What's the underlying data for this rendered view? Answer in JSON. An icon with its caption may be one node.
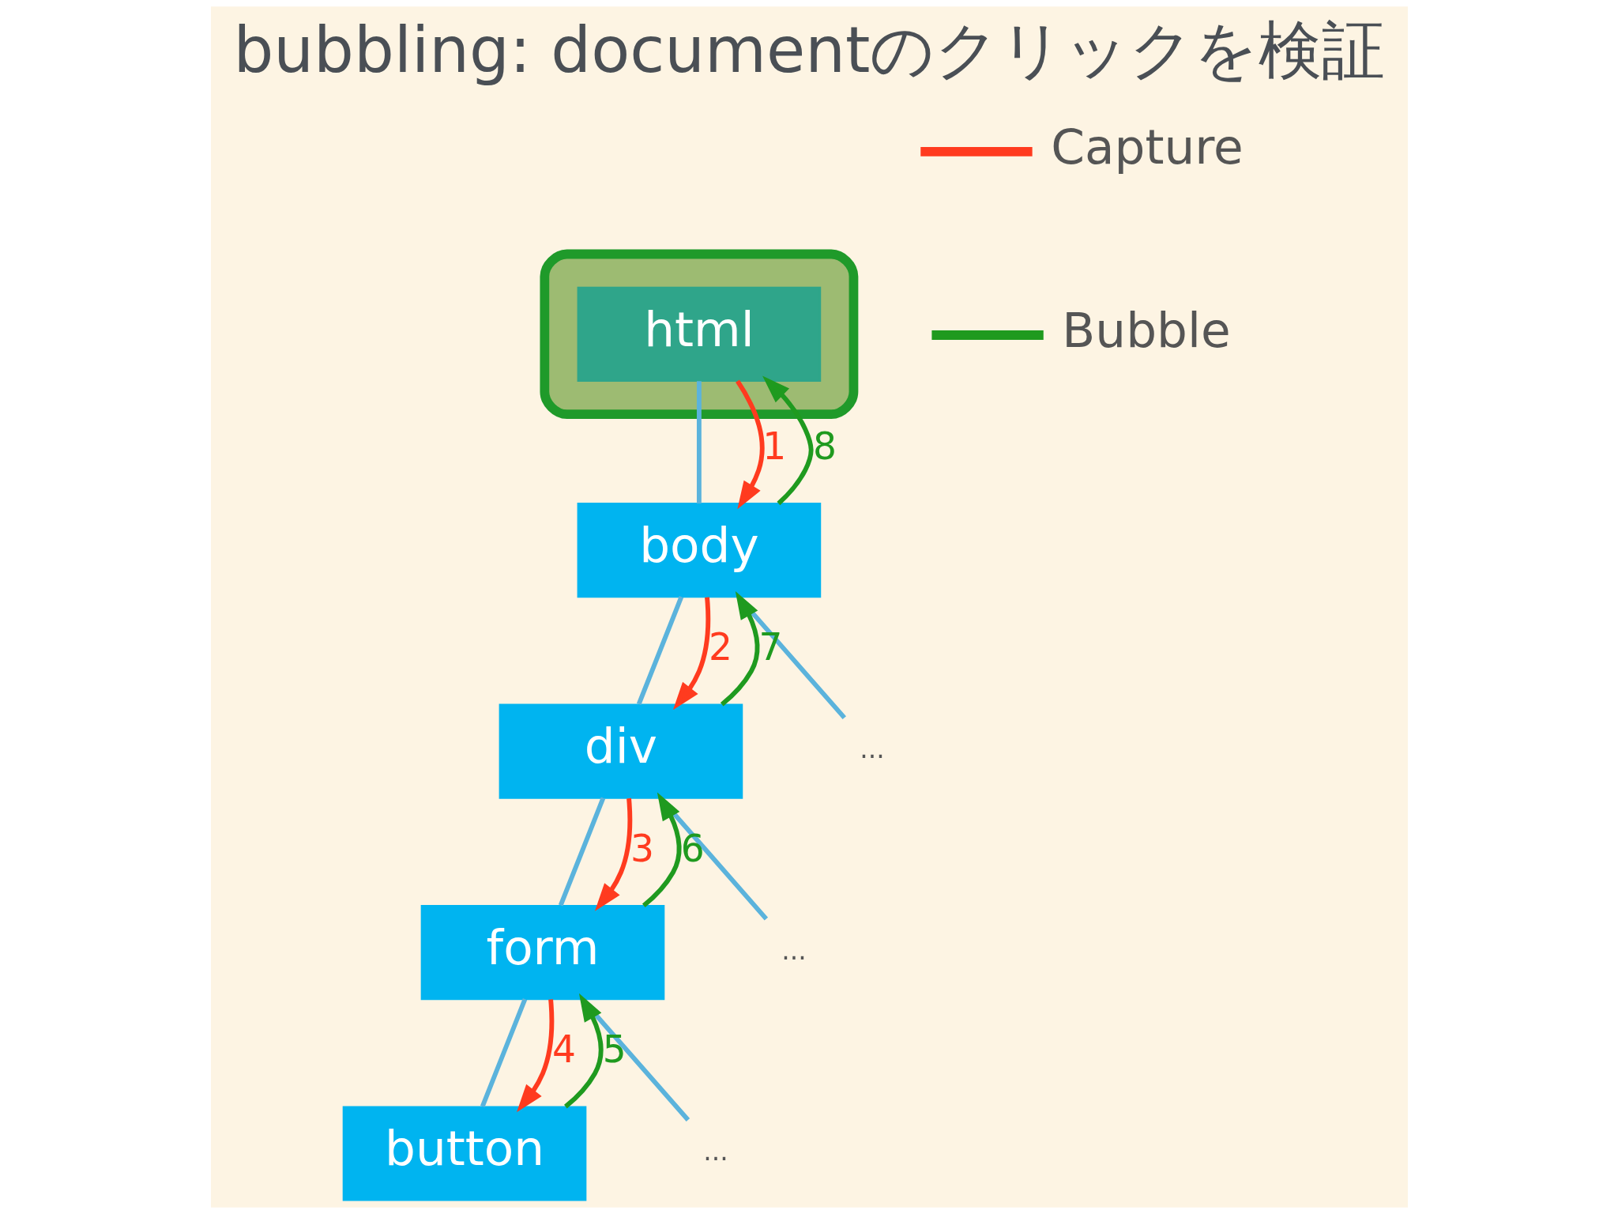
{
  "diagram": {
    "title": "bubbling: documentのクリックを検証",
    "nodes": [
      {
        "text": [],
        "shape": "ellipse"
      },
      {
        "text": [
          "html"
        ],
        "in": 0
      },
      {
        "text": [
          "body"
        ]
      },
      {
        "text": [
          "div"
        ]
      },
      {
        "text": [
          "form"
        ]
      },
      {
        "text": [
          "button"
        ]
      },
      {
        "text": [
          "..."
        ]
      },
      {
        "text": [
          "..."
        ]
      },
      {
        "text": [
          "..."
        ]
      }
    ],
    "edges": [
      {
        "from": 1,
        "to": 2,
        "arrow": "none"
      },
      {
        "from": 2,
        "to": 6,
        "arrow": "none"
      },
      {
        "from": 2,
        "to": 3,
        "arrow": "none"
      },
      {
        "from": 3,
        "to": 7,
        "arrow": "none"
      },
      {
        "from": 3,
        "to": 4,
        "arrow": "none"
      },
      {
        "from": 4,
        "to": 8,
        "arrow": "none"
      },
      {
        "from": 4,
        "to": 5,
        "arrow": "none"
      },
      {
        "from": 1,
        "to": 2,
        "arrow": "to",
        "label": "1",
        "color": "#ff3b1f"
      },
      {
        "from": 2,
        "to": 3,
        "arrow": "to",
        "label": "2",
        "color": "#ff3b1f"
      },
      {
        "from": 3,
        "to": 4,
        "arrow": "to",
        "label": "3",
        "color": "#ff3b1f"
      },
      {
        "from": 4,
        "to": 5,
        "arrow": "to",
        "label": "4",
        "color": "#ff3b1f"
      },
      {
        "from": 5,
        "to": 4,
        "arrow": "to",
        "label": "5",
        "color": "#1f9a1f"
      },
      {
        "from": 4,
        "to": 3,
        "arrow": "to",
        "label": "6",
        "color": "#1f9a1f"
      },
      {
        "from": 3,
        "to": 2,
        "arrow": "to",
        "label": "7",
        "color": "#1f9a1f"
      },
      {
        "from": 2,
        "to": 1,
        "arrow": "to",
        "label": "8",
        "color": "#1f9a1f"
      }
    ],
    "legend": [
      {
        "text": "Capture"
      },
      {
        "text": "Bubble"
      }
    ]
  }
}
